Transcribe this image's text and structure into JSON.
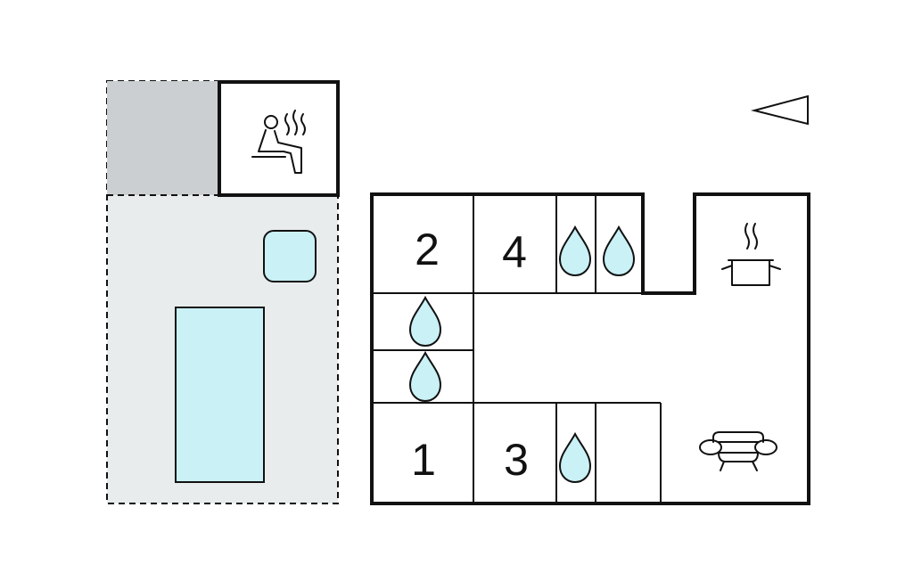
{
  "colors": {
    "wall": "#111111",
    "terrace": "#e8eced",
    "covered_terrace": "#cbcfd1",
    "water": "#c9f1f6",
    "background": "#ffffff"
  },
  "rooms": {
    "bedroom_1": "1",
    "bedroom_2": "2",
    "bedroom_3": "3",
    "bedroom_4": "4"
  },
  "icons": {
    "sauna": "sauna-icon",
    "kitchen": "kitchen-pot-icon",
    "living": "sofa-icon",
    "bathroom": "water-drop-icon",
    "pool": "pool",
    "hot_tub": "hot-tub",
    "north": "north-arrow-icon"
  }
}
